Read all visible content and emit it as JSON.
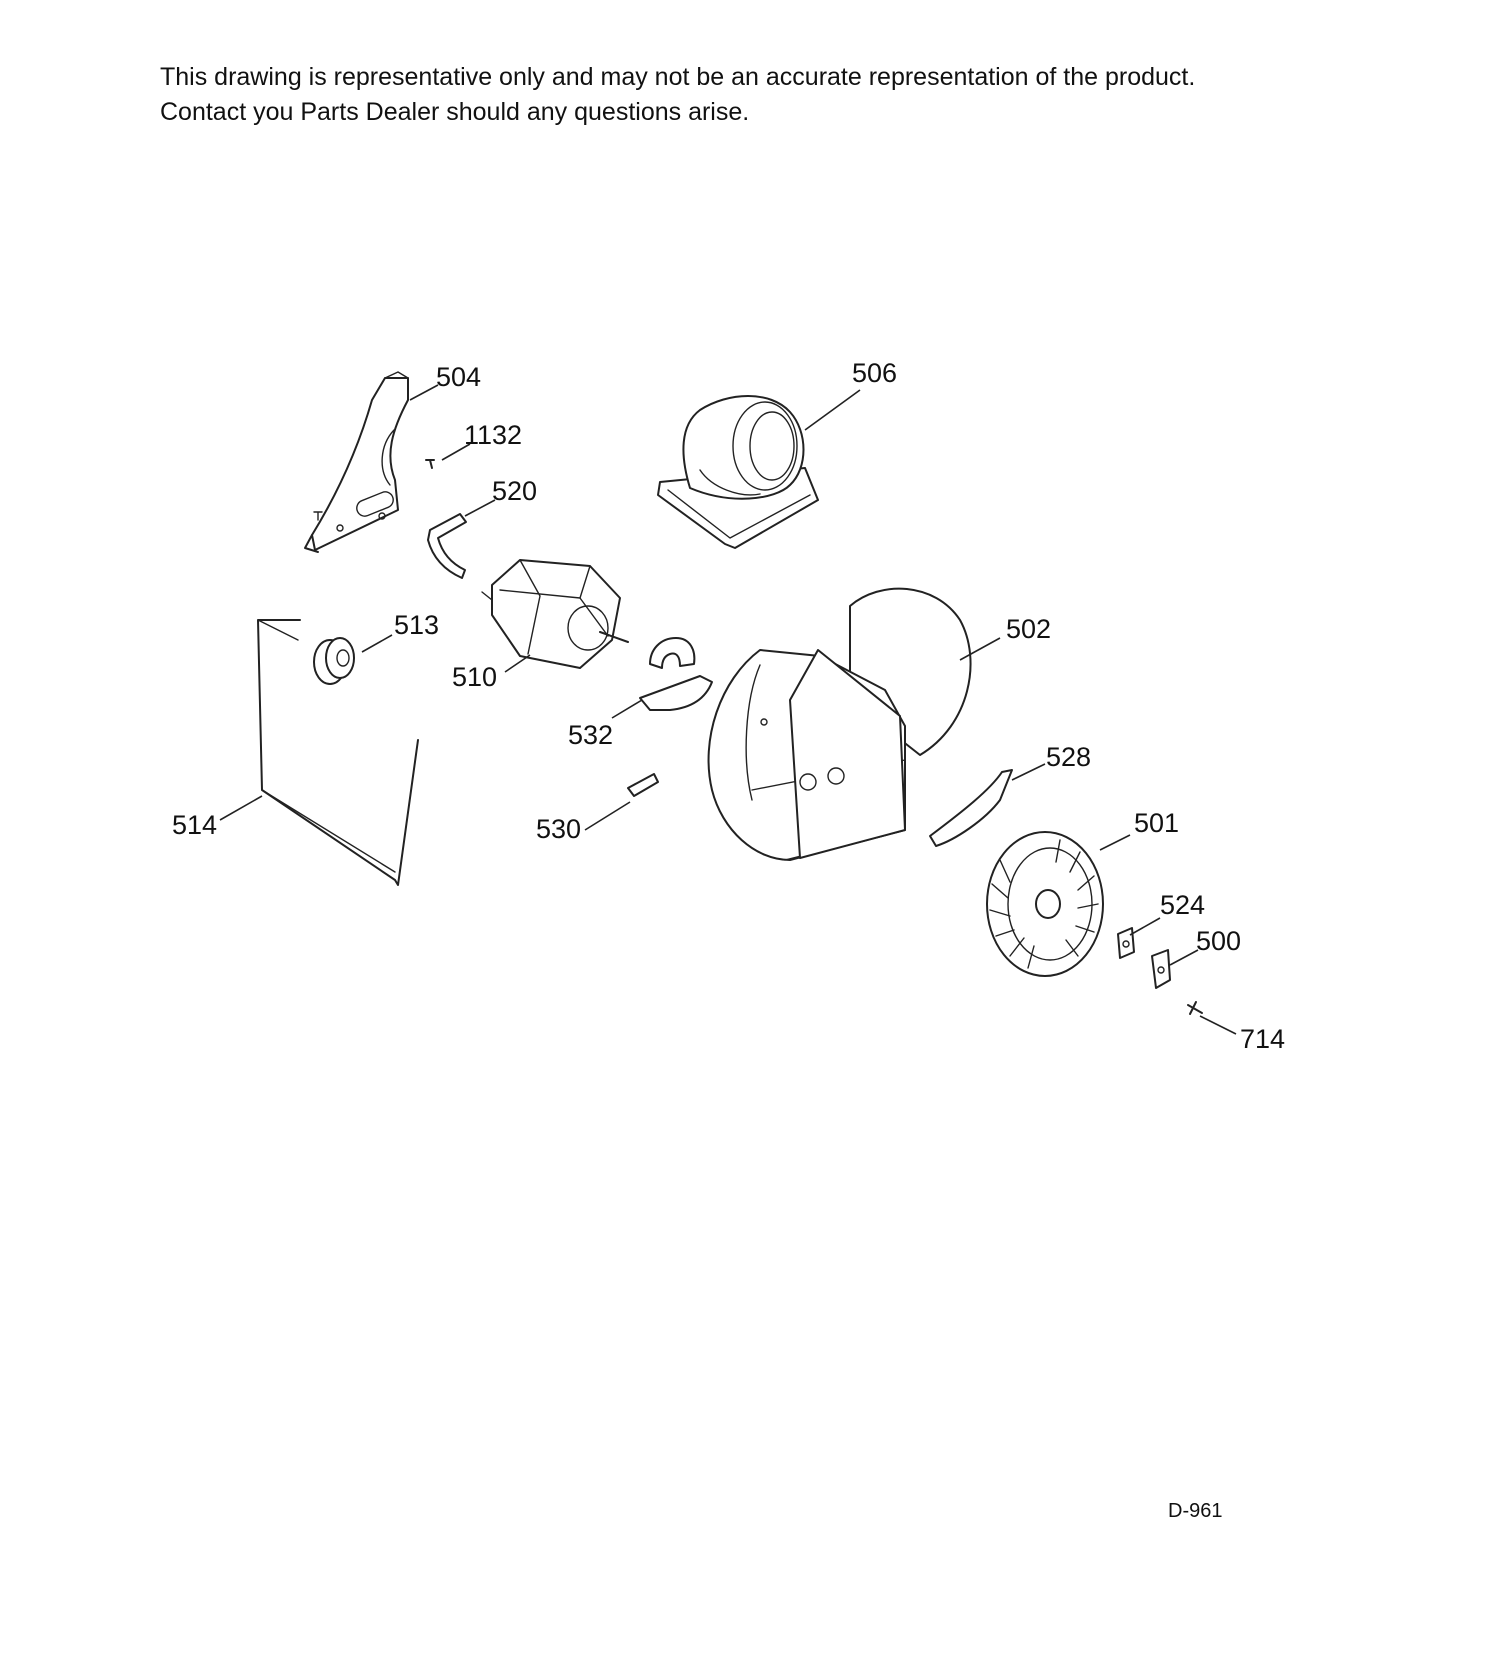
{
  "disclaimer": {
    "line1": "This drawing is representative only and may not be an accurate representation of the product.",
    "line2": "Contact you Parts Dealer should any questions arise."
  },
  "callouts": {
    "c504": "504",
    "c506": "506",
    "c1132": "1132",
    "c520": "520",
    "c513": "513",
    "c510": "510",
    "c502": "502",
    "c532": "532",
    "c528": "528",
    "c514": "514",
    "c530": "530",
    "c501": "501",
    "c524": "524",
    "c500": "500",
    "c714": "714"
  },
  "drawing_code": "D-961"
}
